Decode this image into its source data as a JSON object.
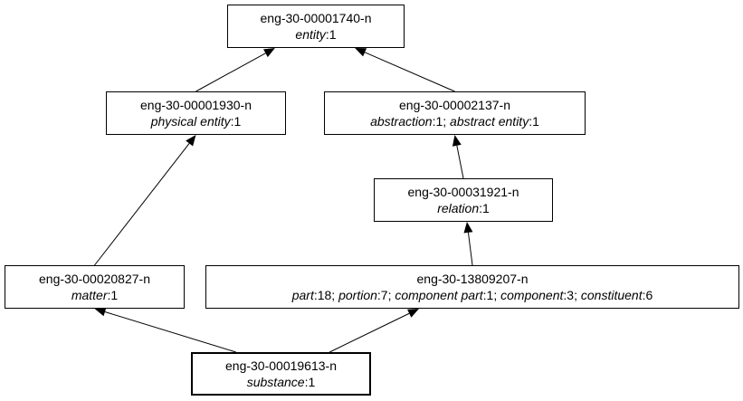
{
  "nodes": [
    {
      "id": "n1740",
      "synset_id": "eng-30-00001740-n",
      "lemmas": [
        {
          "word": "entity",
          "count": "1"
        }
      ]
    },
    {
      "id": "n1930",
      "synset_id": "eng-30-00001930-n",
      "lemmas": [
        {
          "word": "physical entity",
          "count": "1"
        }
      ]
    },
    {
      "id": "n2137",
      "synset_id": "eng-30-00002137-n",
      "lemmas": [
        {
          "word": "abstraction",
          "count": "1"
        },
        {
          "word": "abstract entity",
          "count": "1"
        }
      ]
    },
    {
      "id": "n31921",
      "synset_id": "eng-30-00031921-n",
      "lemmas": [
        {
          "word": "relation",
          "count": "1"
        }
      ]
    },
    {
      "id": "n20827",
      "synset_id": "eng-30-00020827-n",
      "lemmas": [
        {
          "word": "matter",
          "count": "1"
        }
      ]
    },
    {
      "id": "n13809207",
      "synset_id": "eng-30-13809207-n",
      "lemmas": [
        {
          "word": "part",
          "count": "18"
        },
        {
          "word": "portion",
          "count": "7"
        },
        {
          "word": "component part",
          "count": "1"
        },
        {
          "word": "component",
          "count": "3"
        },
        {
          "word": "constituent",
          "count": "6"
        }
      ]
    },
    {
      "id": "n19613",
      "synset_id": "eng-30-00019613-n",
      "lemmas": [
        {
          "word": "substance",
          "count": "1"
        }
      ],
      "focus": true
    }
  ],
  "edges": [
    {
      "from": "n1930",
      "to": "n1740"
    },
    {
      "from": "n2137",
      "to": "n1740"
    },
    {
      "from": "n31921",
      "to": "n2137"
    },
    {
      "from": "n20827",
      "to": "n1930"
    },
    {
      "from": "n13809207",
      "to": "n31921"
    },
    {
      "from": "n19613",
      "to": "n20827"
    },
    {
      "from": "n19613",
      "to": "n13809207"
    }
  ],
  "colors": {
    "stroke": "#000000",
    "background": "#ffffff"
  }
}
